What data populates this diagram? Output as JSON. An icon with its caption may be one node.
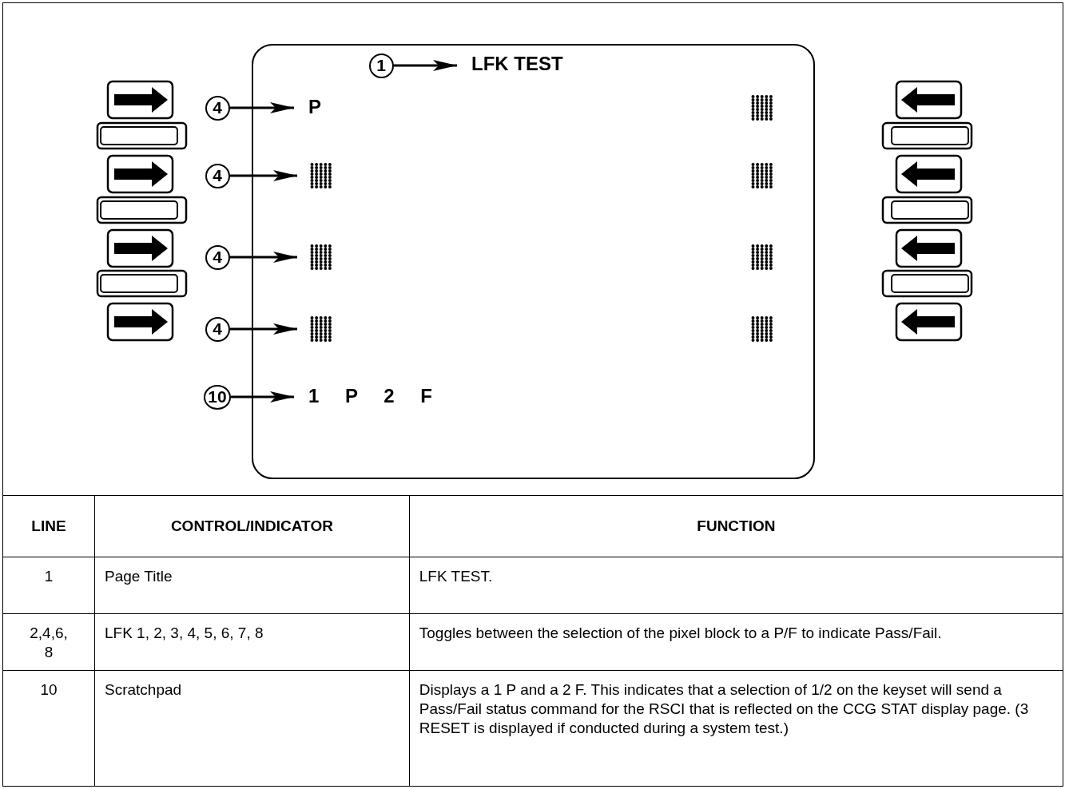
{
  "diagram": {
    "nodes": [
      {
        "text": [],
        "shape": "box"
      },
      {
        "text": [
          "1"
        ],
        "in": 0
      },
      {
        "text": [
          "LFK TEST"
        ],
        "in": 0
      },
      {
        "text": [
          "4"
        ]
      },
      {
        "text": [
          "P"
        ],
        "in": 0
      },
      {
        "text": [
          "4"
        ]
      },
      {
        "text": [],
        "shape": "picture",
        "in": 0
      },
      {
        "text": [
          "4"
        ]
      },
      {
        "text": [],
        "shape": "picture",
        "in": 0
      },
      {
        "text": [
          "4"
        ]
      },
      {
        "text": [],
        "shape": "picture",
        "in": 0
      },
      {
        "text": [
          "10"
        ]
      },
      {
        "text": [
          "1 P 2 F"
        ],
        "in": 0
      }
    ],
    "edges": [
      {
        "from": 1,
        "to": 2,
        "arrow": "to"
      },
      {
        "from": 3,
        "to": 4,
        "arrow": "to"
      },
      {
        "from": 5,
        "to": 6,
        "arrow": "to"
      },
      {
        "from": 7,
        "to": 8,
        "arrow": "to"
      },
      {
        "from": 9,
        "to": 10,
        "arrow": "to"
      },
      {
        "from": 11,
        "to": 12,
        "arrow": "to"
      }
    ],
    "labels": [
      "LINE",
      "CONTROL/INDICATOR",
      "FUNCTION",
      "1",
      "Page Title",
      "LFK TEST.",
      "2,4,6, 8",
      "LFK 1, 2, 3, 4, 5, 6, 7, 8",
      "Toggles between the selection of the pixel block to a P/F to indicate Pass/Fail.",
      "10",
      "Scratchpad",
      "Displays a 1 P and a 2 F. This indicates that a selection of 1/2 on the keyset will send a Pass/Fail status command for the RSCI that is reflected on the CCG STAT display page. (3 RESET is displayed if conducted during a system test.)"
    ]
  }
}
